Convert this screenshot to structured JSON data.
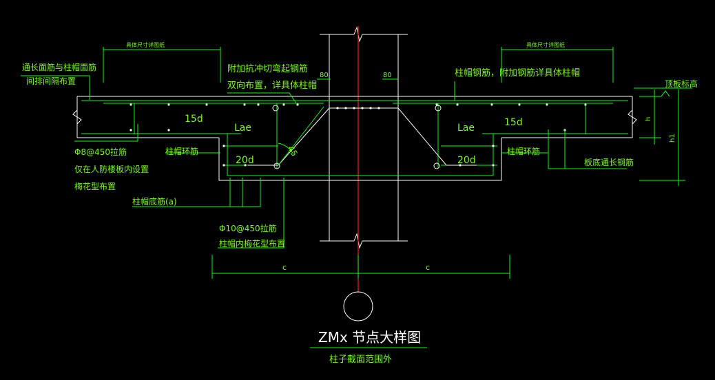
{
  "labels": {
    "top_left_dim": "具体尺寸详图纸",
    "top_right_dim": "具体尺寸详图纸",
    "left_note_1": "通长面筋与柱帽面筋",
    "left_note_2": "间排间隔布置",
    "center_note_1": "附加抗冲切弯起钢筋",
    "center_note_2": "双向布置，详具体柱帽",
    "right_note": "柱帽钢筋，附加钢筋详具体柱帽",
    "slab_top_elev": "顶板标高",
    "dim_80_left": "80",
    "dim_80_right": "80",
    "len_15d_left": "15d",
    "len_lae_left": "Lae",
    "len_20d_left": "20d",
    "len_15d_right": "15d",
    "len_lae_right": "Lae",
    "len_20d_right": "20d",
    "angle_45": "45",
    "tie_note_1": "Φ8@450拉筋",
    "tie_note_2": "仅在人防楼板内设置",
    "tie_note_3": "梅花型布置",
    "cap_ring_left": "柱帽环筋",
    "cap_ring_right": "柱帽环筋",
    "cap_bottom_bar": "柱帽底筋(a)",
    "slab_bottom_bar": "板底通长钢筋",
    "tie10_1": "Φ10@450拉筋",
    "tie10_2": "柱帽内梅花型布置",
    "dim_c_left": "c",
    "dim_c_right": "c",
    "dim_h": "h",
    "dim_h1": "h1",
    "title": "ZMx 节点大样图",
    "subtitle": "柱子截面范围外"
  }
}
